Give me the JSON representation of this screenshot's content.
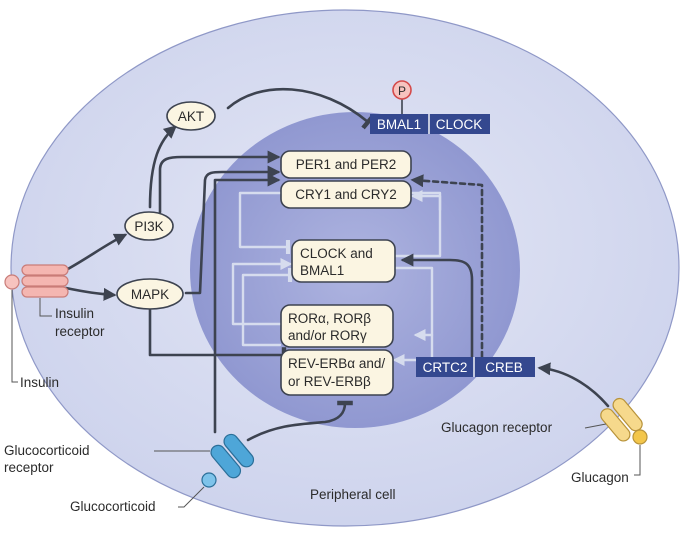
{
  "labels": {
    "akt": "AKT",
    "pi3k": "PI3K",
    "mapk": "MAPK",
    "p": "P",
    "bmal1_bar": "BMAL1",
    "clock_bar": "CLOCK",
    "per": "PER1 and PER2",
    "cry": "CRY1 and CRY2",
    "clock_line1": "CLOCK and",
    "clock_line2": "BMAL1",
    "ror_line1": "RORα, RORβ",
    "ror_line2": "and/or RORγ",
    "rev_line1": "REV-ERBα and/",
    "rev_line2": "or REV-ERBβ",
    "crtc2": "CRTC2",
    "creb": "CREB",
    "insulin_receptor_line1": "Insulin",
    "insulin_receptor_line2": "receptor",
    "insulin": "Insulin",
    "glucocorticoid_receptor_line1": "Glucocorticoid",
    "glucocorticoid_receptor_line2": "receptor",
    "glucocorticoid": "Glucocorticoid",
    "glucagon_receptor": "Glucagon receptor",
    "glucagon": "Glucagon",
    "peripheral_cell": "Peripheral cell"
  },
  "colors": {
    "cell_fill": "#d6dbf0",
    "nucleus_fill": "#9aa2d6",
    "node_fill": "#fbf5e2",
    "bar_fill": "#34488f",
    "insulin_receptor": "#f4b6b1",
    "glucocorticoid_receptor": "#4ea6d8",
    "glucagon_receptor": "#f6d98c",
    "arrow": "#3d4350"
  }
}
